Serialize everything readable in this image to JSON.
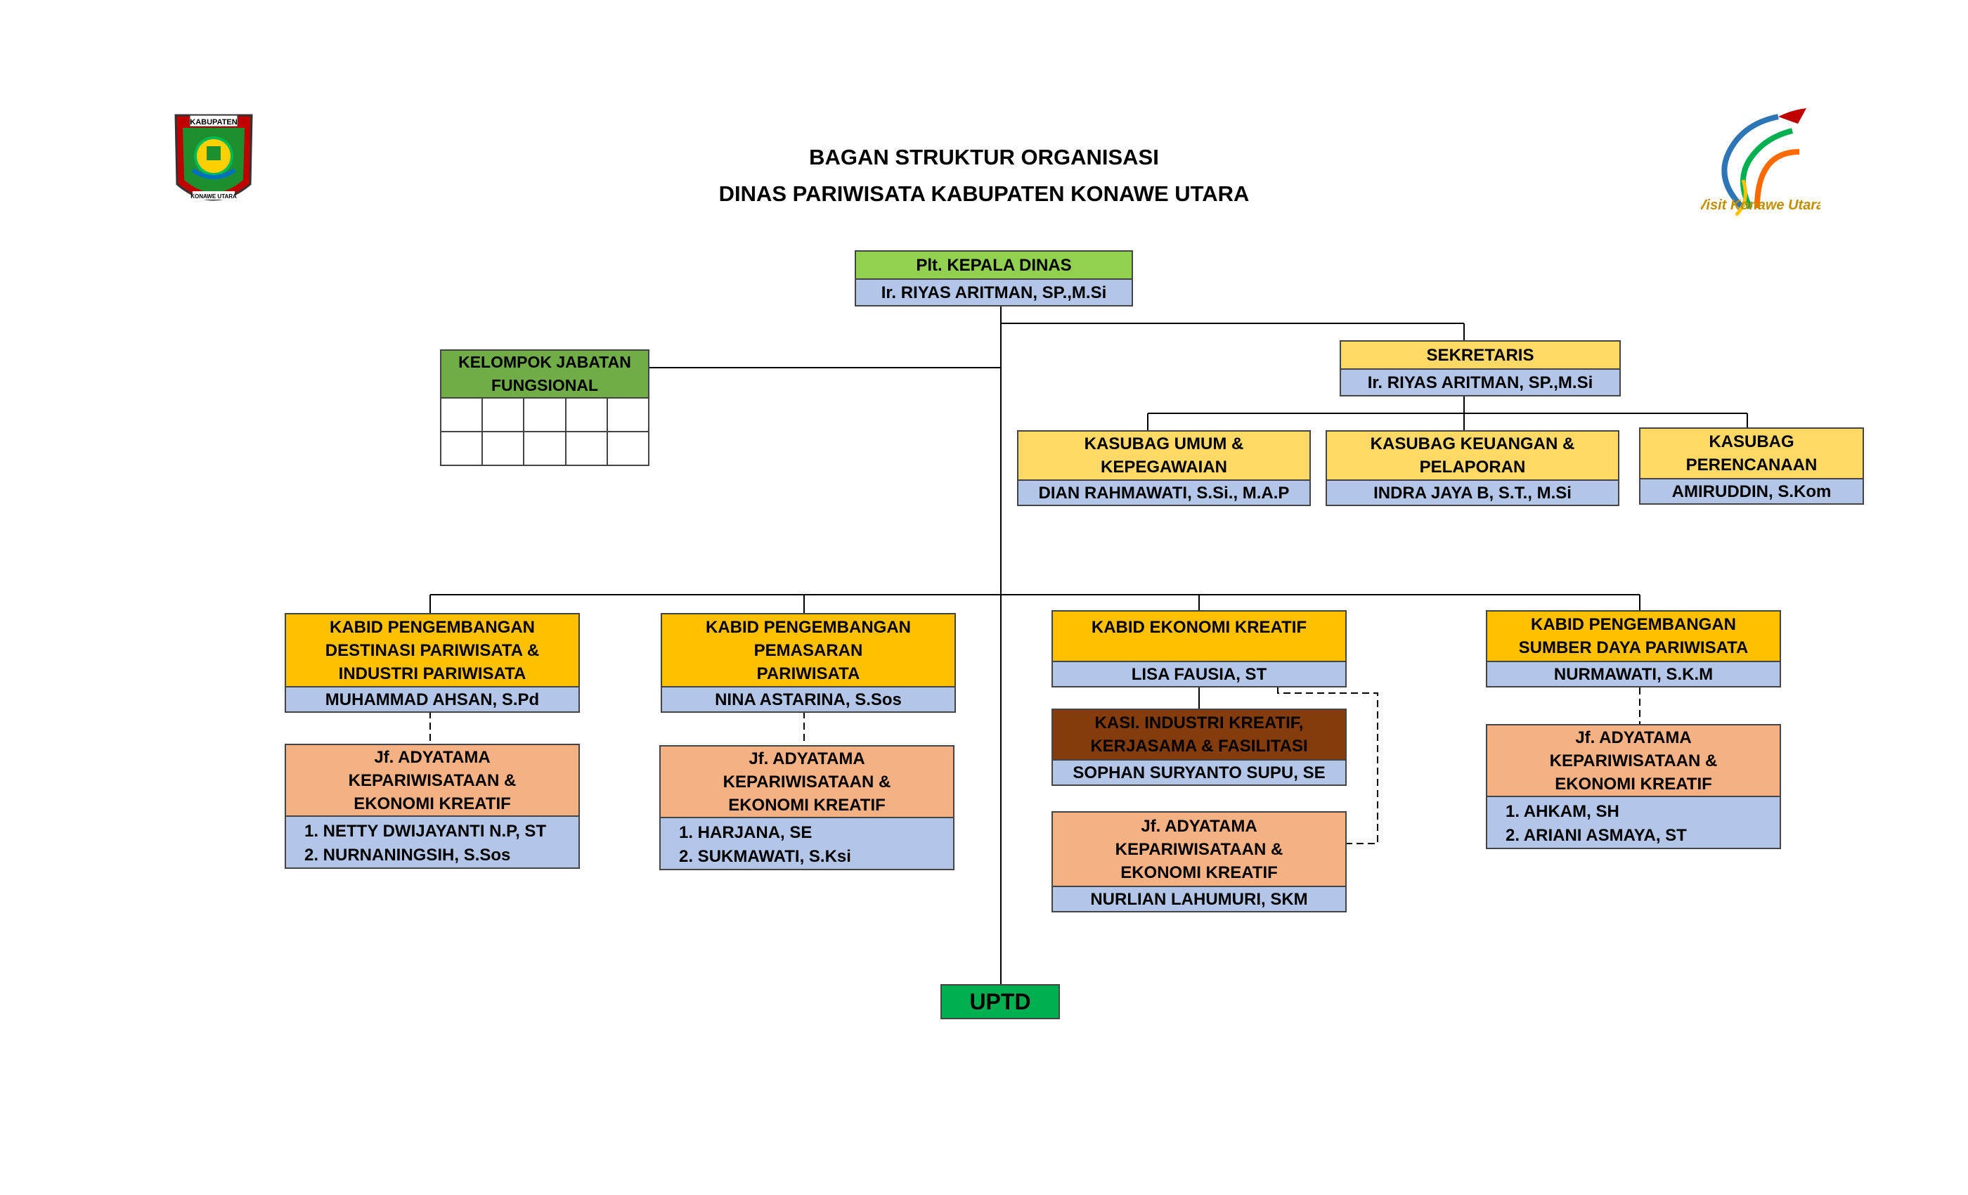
{
  "header": {
    "title_line1": "BAGAN STRUKTUR ORGANISASI",
    "title_line2": "DINAS PARIWISATA KABUPATEN KONAWE UTARA",
    "left_logo_text_top": "KABUPATEN",
    "left_logo_text_bottom": "KONAWE UTARA",
    "right_logo_text": "Visit Konawe Utara"
  },
  "kepala": {
    "title": "Plt. KEPALA DINAS",
    "name": "Ir. RIYAS ARITMAN, SP.,M.Si"
  },
  "fungsional": {
    "title": "KELOMPOK JABATAN FUNGSIONAL"
  },
  "sekretaris": {
    "title": "SEKRETARIS",
    "name": "Ir. RIYAS ARITMAN, SP.,M.Si"
  },
  "kasubag": [
    {
      "title": "KASUBAG UMUM & KEPEGAWAIAN",
      "name": "DIAN RAHMAWATI, S.Si., M.A.P"
    },
    {
      "title": "KASUBAG KEUANGAN & PELAPORAN",
      "name": "INDRA JAYA B, S.T., M.Si"
    },
    {
      "title": "KASUBAG PERENCANAAN",
      "name": "AMIRUDDIN, S.Kom"
    }
  ],
  "kabid": [
    {
      "title": "KABID PENGEMBANGAN DESTINASI PARIWISATA & INDUSTRI PARIWISATA",
      "name": "MUHAMMAD AHSAN, S.Pd"
    },
    {
      "title": "KABID PENGEMBANGAN PEMASARAN PARIWISATA",
      "name": "NINA ASTARINA, S.Sos"
    },
    {
      "title": "KABID EKONOMI KREATIF",
      "name": "LISA FAUSIA, ST"
    },
    {
      "title": "KABID PENGEMBANGAN SUMBER DAYA PARIWISATA",
      "name": "NURMAWATI, S.K.M"
    }
  ],
  "kasi": {
    "title": "KASI. INDUSTRI KREATIF, KERJASAMA & FASILITASI",
    "name": "SOPHAN SURYANTO SUPU, SE"
  },
  "jf": [
    {
      "title": "Jf. ADYATAMA KEPARIWISATAAN & EKONOMI KREATIF",
      "members": [
        "1. NETTY DWIJAYANTI N.P, ST",
        "2. NURNANINGSIH, S.Sos"
      ]
    },
    {
      "title": "Jf. ADYATAMA KEPARIWISATAAN & EKONOMI KREATIF",
      "members": [
        "1. HARJANA, SE",
        "2. SUKMAWATI, S.Ksi"
      ]
    },
    {
      "title": "Jf. ADYATAMA KEPARIWISATAAN & EKONOMI KREATIF",
      "name": "NURLIAN LAHUMURI, SKM"
    },
    {
      "title": "Jf. ADYATAMA KEPARIWISATAAN & EKONOMI KREATIF",
      "members": [
        "1. AHKAM, SH",
        "2. ARIANI ASMAYA, ST"
      ]
    }
  ],
  "uptd": {
    "label": "UPTD"
  },
  "colors": {
    "blue": "#b4c6e7",
    "yellow": "#ffd966",
    "gold": "#ffc000",
    "peach": "#f4b183",
    "light_green": "#92d050",
    "dark_green": "#70ad47",
    "brown": "#843c0c",
    "uptd_green": "#00b050"
  }
}
